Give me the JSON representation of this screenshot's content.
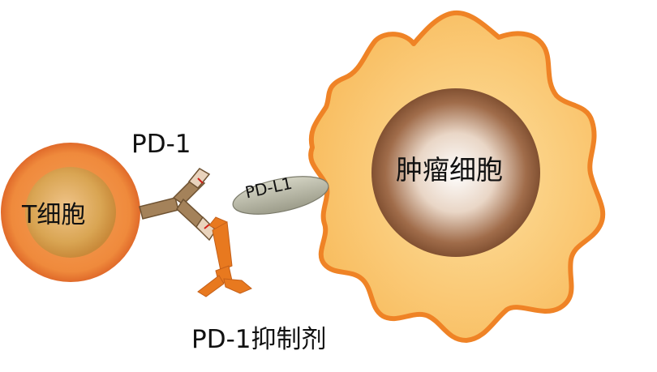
{
  "labels": {
    "t_cell": "T细胞",
    "tumor_cell": "肿瘤细胞",
    "pd1": "PD-1",
    "pdl1": "PD-L1",
    "inhibitor": "PD-1抑制剂"
  },
  "colors": {
    "t_cell_outer": "#f08a3a",
    "t_cell_inner": "#d9a24e",
    "tumor_membrane": "#f0892f",
    "tumor_cytoplasm": "#fbc66a",
    "tumor_nucleus": "#8a5a3a",
    "receptor": "#9a7a5a",
    "pdl1_fill": "#b8b8a8",
    "inhibitor": "#e87a22"
  }
}
